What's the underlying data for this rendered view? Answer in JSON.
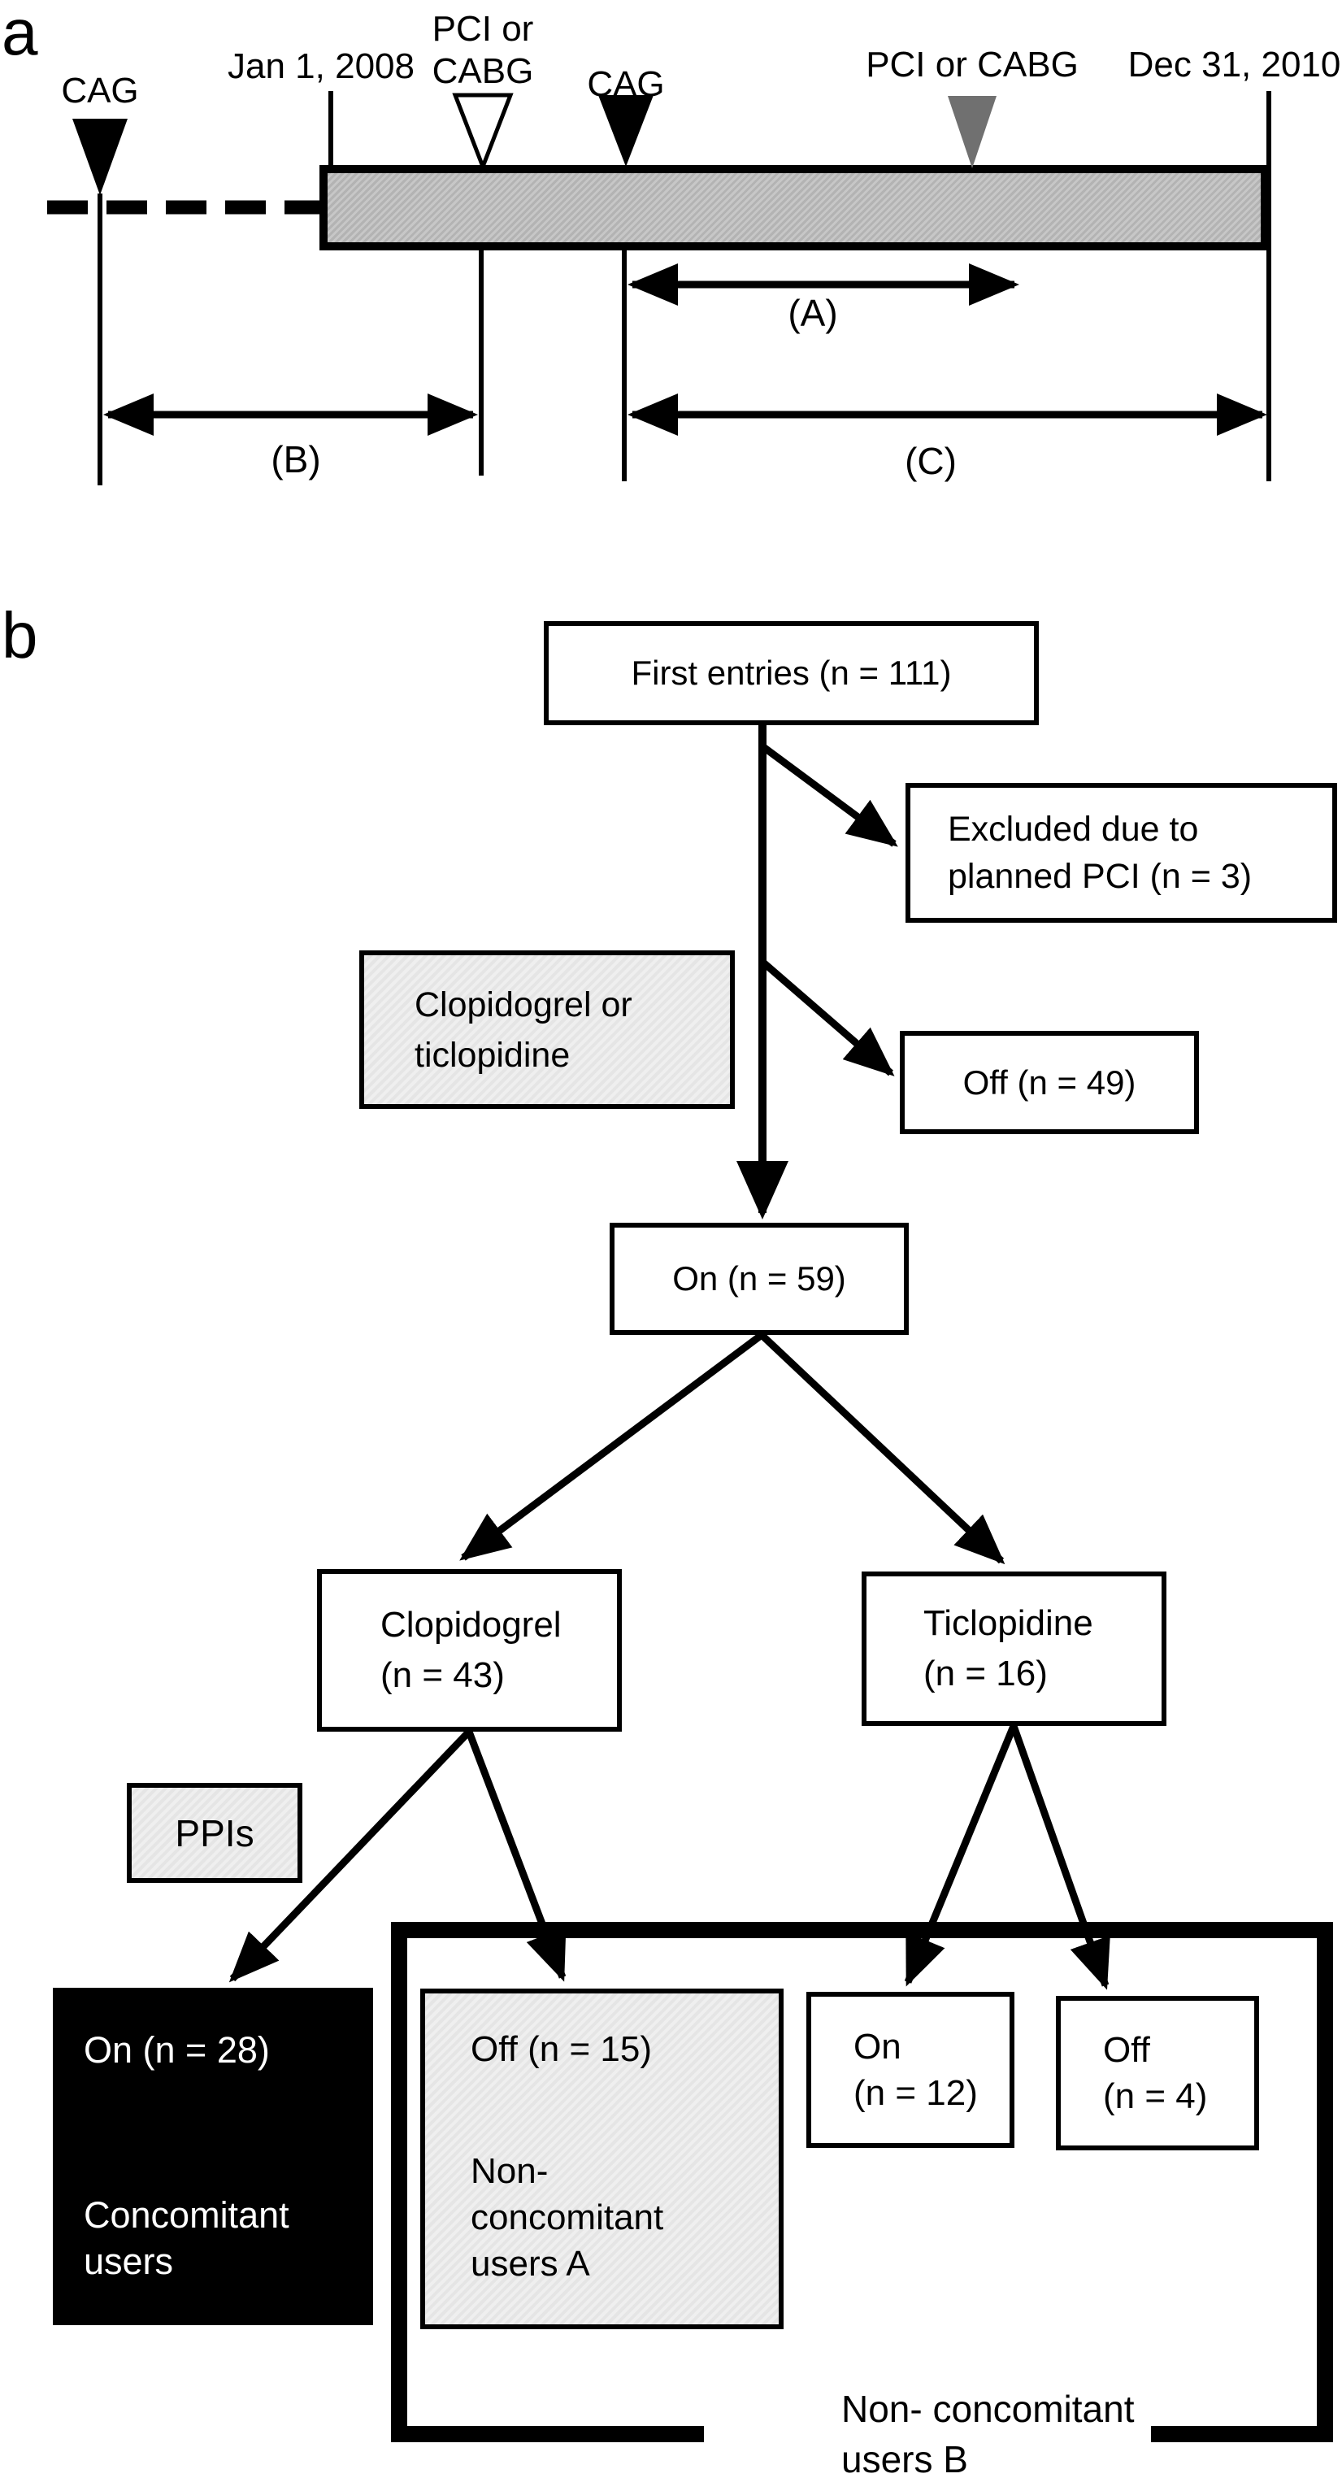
{
  "figure": {
    "panel_a_label": "a",
    "panel_b_label": "b"
  },
  "timeline": {
    "cag_prior_label": "CAG",
    "start_date": "Jan 1, 2008",
    "pci_cabg_open_line1": "PCI or",
    "pci_cabg_open_line2": "CABG",
    "cag_index_label": "CAG",
    "pci_cabg_gray_label": "PCI or CABG",
    "end_date": "Dec 31, 2010",
    "interval_a": "(A)",
    "interval_b": "(B)",
    "interval_c": "(C)"
  },
  "flowchart": {
    "first_entries": "First entries (n = 111)",
    "excluded_line1": "Excluded due to",
    "excluded_line2": "planned PCI (n = 3)",
    "exposure_line1": "Clopidogrel or",
    "exposure_line2": "ticlopidine",
    "off_exposure": "Off (n = 49)",
    "on_exposure": "On (n = 59)",
    "clopidogrel_line1": "Clopidogrel",
    "clopidogrel_line2": "(n = 43)",
    "ticlopidine_line1": "Ticlopidine",
    "ticlopidine_line2": "(n = 16)",
    "ppis": "PPIs",
    "ppi_on_line1": "On (n = 28)",
    "ppi_on_line2": "Concomitant",
    "ppi_on_line3": "users",
    "ppi_off_line1": "Off (n = 15)",
    "ppi_off_line2": "Non-",
    "ppi_off_line3": "concomitant",
    "ppi_off_line4": "users A",
    "ticlo_on_line1": "On",
    "ticlo_on_line2": "(n = 12)",
    "ticlo_off_line1": "Off",
    "ticlo_off_line2": "(n = 4)",
    "group_b_line1": "Non- concomitant",
    "group_b_line2": "users B"
  },
  "colors": {
    "ink": "#000000",
    "background": "#ffffff",
    "timeline_bar_fill": "#bcbcbc",
    "shaded_box_fill": "#ebebeb",
    "solid_box_fill": "#000000",
    "solid_box_text": "#ffffff",
    "gray_marker_fill": "#707070"
  }
}
